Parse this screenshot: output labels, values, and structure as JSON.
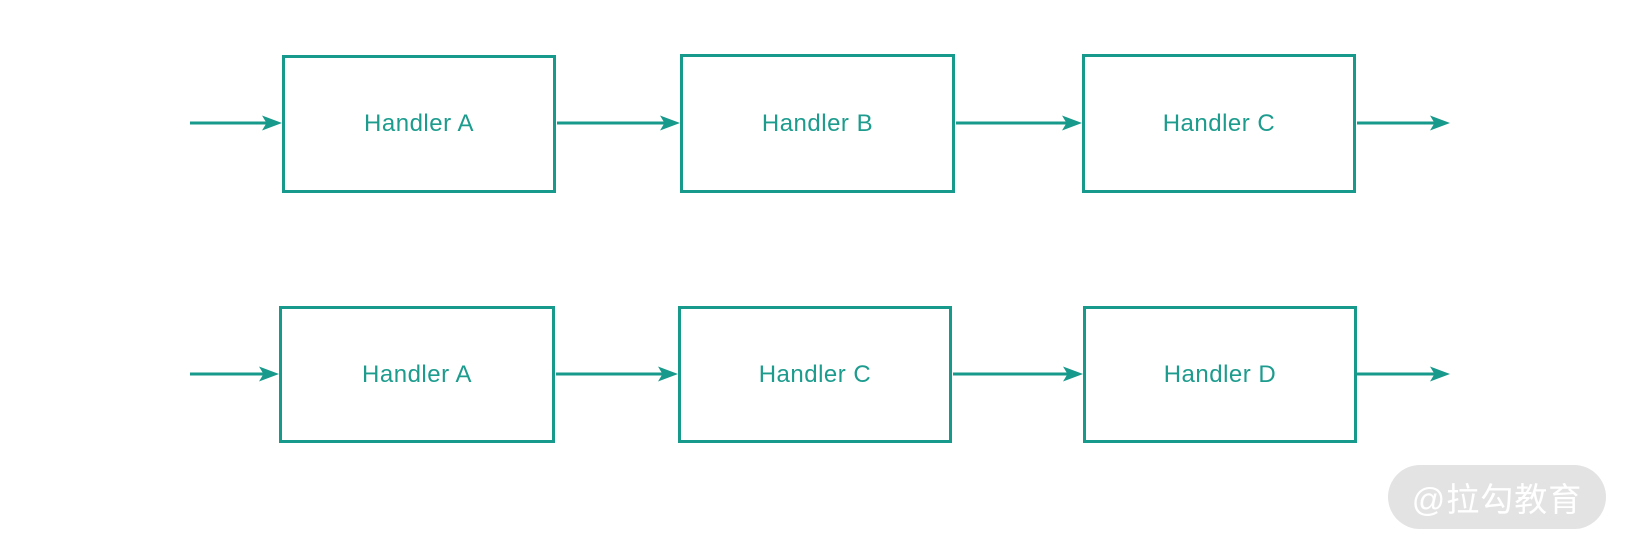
{
  "diagram": {
    "type": "flow-chain",
    "accent_color": "#17998b",
    "node_border_color": "#17998b",
    "node_text_color": "#1d9c8e",
    "background_color": "#ffffff",
    "rows": [
      {
        "nodes": [
          {
            "label": "Handler A"
          },
          {
            "label": "Handler B"
          },
          {
            "label": "Handler C"
          }
        ]
      },
      {
        "nodes": [
          {
            "label": "Handler A"
          },
          {
            "label": "Handler C"
          },
          {
            "label": "Handler D"
          }
        ]
      }
    ]
  },
  "watermark": {
    "text": "@拉勾教育",
    "background_color": "#e3e3e3",
    "text_color": "#ffffff"
  }
}
